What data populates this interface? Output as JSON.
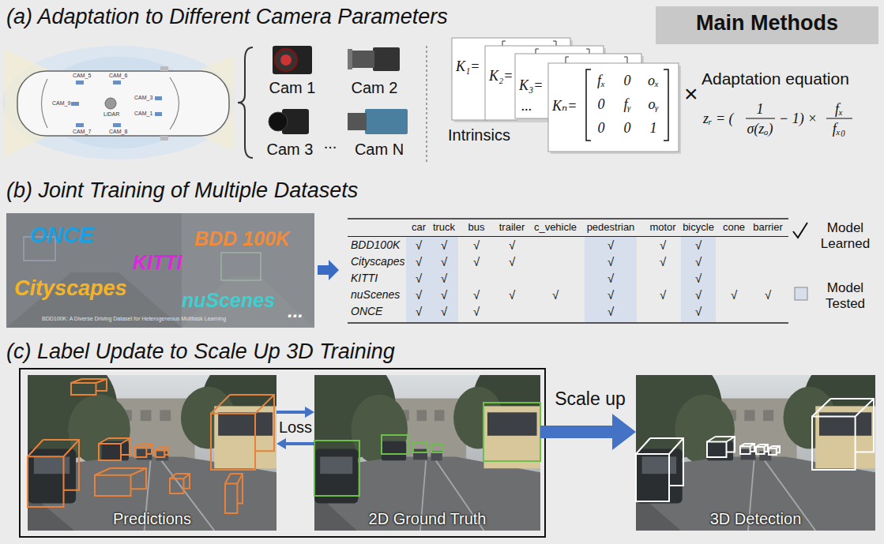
{
  "diagram": {
    "title": "Main Methods",
    "nodes": [
      {
        "text": [
          "ONCE",
          "BDD 100K",
          "KITTI",
          "Cityscapes",
          "nuScenes",
          "BDD100K: A Diverse Driving Dataset for Heterogeneous Multitask Learning",
          "..."
        ]
      },
      {
        "text": [
          "Predictions"
        ]
      },
      {
        "text": [
          "2D Ground Truth"
        ]
      },
      {
        "text": [
          "3D Detection"
        ]
      }
    ],
    "edges": [
      {
        "from": 1,
        "to": 2,
        "arrow": "to",
        "label": "Loss"
      },
      {
        "from": 2,
        "to": 1,
        "arrow": "to"
      },
      {
        "from": 2,
        "to": 3,
        "arrow": "to",
        "label": "Scale up"
      }
    ],
    "labels": [
      "(a) Adaptation to Different Camera Parameters",
      "CAM_5",
      "CAM_6",
      "CAM_9",
      "LiDAR",
      "CAM_3",
      "CAM_1",
      "CAM_7",
      "CAM_8",
      "Cam 1",
      "Cam 2",
      "Cam 3",
      "...",
      "Cam N",
      "K₁=",
      "K₂=",
      "K₃=",
      "...",
      "Kₙ=",
      "fₓ",
      "0",
      "oₓ",
      "0",
      "fᵧ",
      "oᵧ",
      "0",
      "0",
      "1",
      "Intrinsics",
      "×",
      "Adaptation equation",
      "zᵣ = (",
      "1",
      "σ(zₒ)",
      "− 1) ×",
      "fₓ",
      "fₓ₀",
      "(b) Joint Training of Multiple Datasets",
      "car",
      "truck",
      "bus",
      "trailer",
      "c_vehicle",
      "pedestrian",
      "motor",
      "bicycle",
      "cone",
      "barrier",
      "BDD100K",
      "√",
      "√",
      "√",
      "√",
      "√",
      "√",
      "√",
      "Cityscapes",
      "√",
      "√",
      "√",
      "√",
      "√",
      "√",
      "√",
      "KITTI",
      "√",
      "√",
      "√",
      "√",
      "nuScenes",
      "√",
      "√",
      "√",
      "√",
      "√",
      "√",
      "√",
      "√",
      "√",
      "√",
      "ONCE",
      "√",
      "√",
      "√",
      "√",
      "√",
      "(c) Label Update to Scale Up 3D Training"
    ],
    "legend": [
      {
        "text": "Model Learned"
      },
      {
        "text": "Model Tested"
      }
    ]
  }
}
